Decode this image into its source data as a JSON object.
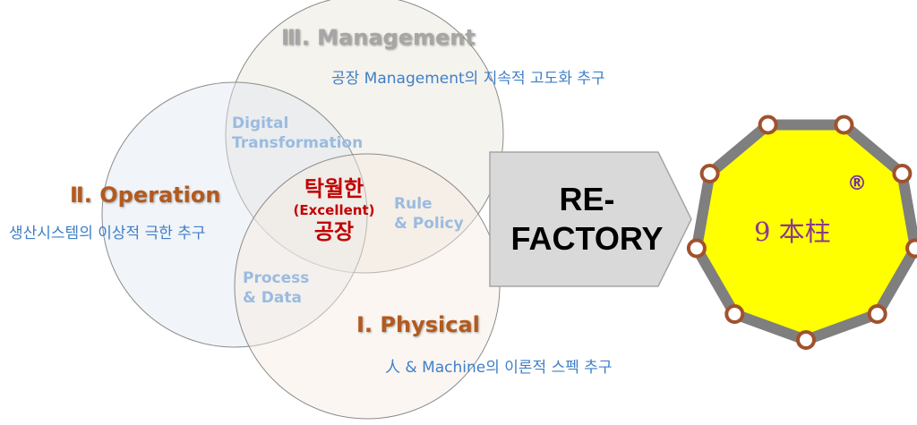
{
  "circles": {
    "management": {
      "title": "Ⅲ. Management",
      "desc": "공장 Management의 지속적 고도화 추구",
      "title_color": "#a6a6a6"
    },
    "operation": {
      "title": "Ⅱ. Operation",
      "desc": "생산시스템의 이상적 극한 추구",
      "title_color": "#b35a1f"
    },
    "physical": {
      "title": "Ⅰ. Physical",
      "desc": "人 & Machine의 이론적 스펙 추구",
      "title_color": "#b35a1f"
    }
  },
  "overlaps": {
    "digital": [
      "Digital",
      "Transformation"
    ],
    "rule": [
      "Rule",
      "& Policy"
    ],
    "process": [
      "Process",
      "& Data"
    ]
  },
  "center": {
    "line1": "탁월한",
    "line2": "(Excellent)",
    "line3": "공장"
  },
  "arrow": {
    "line1": "RE-",
    "line2": "FACTORY"
  },
  "badge": {
    "text": "9 本柱",
    "registered": "®",
    "fill_color": "#ffff00",
    "border_color": "#7f7f7f",
    "node_color": "#a0522d"
  }
}
